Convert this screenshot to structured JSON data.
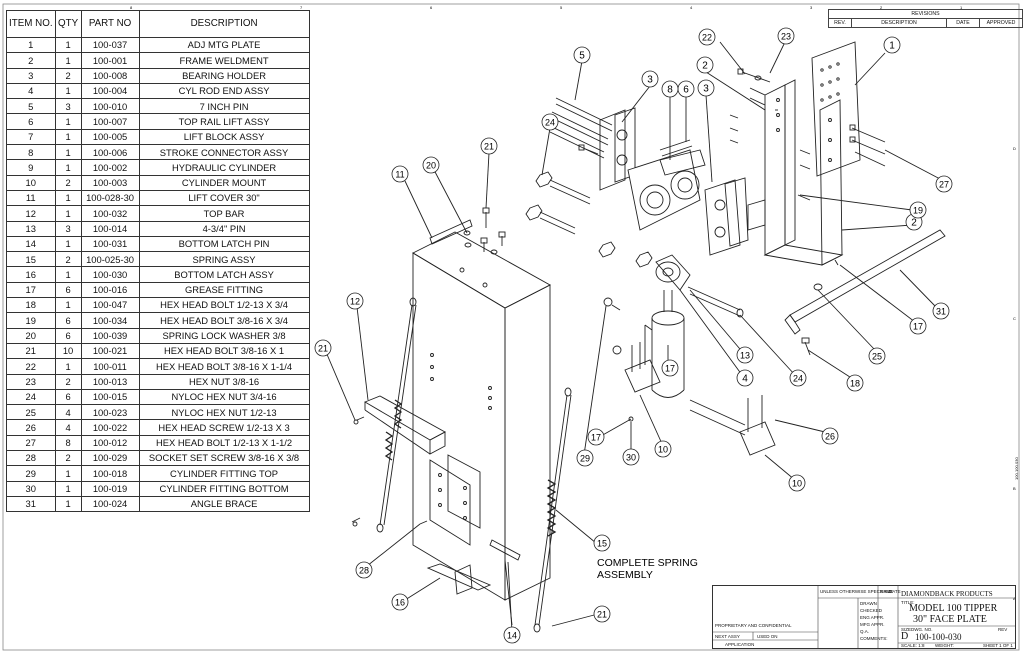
{
  "bom": {
    "headers": [
      "ITEM NO.",
      "QTY",
      "PART NO",
      "DESCRIPTION"
    ],
    "rows": [
      [
        "1",
        "1",
        "100-037",
        "ADJ MTG PLATE"
      ],
      [
        "2",
        "1",
        "100-001",
        "FRAME WELDMENT"
      ],
      [
        "3",
        "2",
        "100-008",
        "BEARING HOLDER"
      ],
      [
        "4",
        "1",
        "100-004",
        "CYL ROD END ASSY"
      ],
      [
        "5",
        "3",
        "100-010",
        "7 INCH PIN"
      ],
      [
        "6",
        "1",
        "100-007",
        "TOP RAIL LIFT ASSY"
      ],
      [
        "7",
        "1",
        "100-005",
        "LIFT BLOCK ASSY"
      ],
      [
        "8",
        "1",
        "100-006",
        "STROKE CONNECTOR ASSY"
      ],
      [
        "9",
        "1",
        "100-002",
        "HYDRAULIC CYLINDER"
      ],
      [
        "10",
        "2",
        "100-003",
        "CYLINDER MOUNT"
      ],
      [
        "11",
        "1",
        "100-028-30",
        "LIFT COVER 30\""
      ],
      [
        "12",
        "1",
        "100-032",
        "TOP BAR"
      ],
      [
        "13",
        "3",
        "100-014",
        "4-3/4\" PIN"
      ],
      [
        "14",
        "1",
        "100-031",
        "BOTTOM LATCH PIN"
      ],
      [
        "15",
        "2",
        "100-025-30",
        "SPRING ASSY"
      ],
      [
        "16",
        "1",
        "100-030",
        "BOTTOM LATCH ASSY"
      ],
      [
        "17",
        "6",
        "100-016",
        "GREASE FITTING"
      ],
      [
        "18",
        "1",
        "100-047",
        "HEX HEAD BOLT 1/2-13 X 3/4"
      ],
      [
        "19",
        "6",
        "100-034",
        "HEX HEAD BOLT 3/8-16 X 3/4"
      ],
      [
        "20",
        "6",
        "100-039",
        "SPRING LOCK WASHER 3/8"
      ],
      [
        "21",
        "10",
        "100-021",
        "HEX HEAD BOLT 3/8-16 X 1"
      ],
      [
        "22",
        "1",
        "100-011",
        "HEX HEAD BOLT 3/8-16 X 1-1/4"
      ],
      [
        "23",
        "2",
        "100-013",
        "HEX NUT 3/8-16"
      ],
      [
        "24",
        "6",
        "100-015",
        "NYLOC HEX NUT 3/4-16"
      ],
      [
        "25",
        "4",
        "100-023",
        "NYLOC HEX NUT 1/2-13"
      ],
      [
        "26",
        "4",
        "100-022",
        "HEX HEAD SCREW 1/2-13 X 3"
      ],
      [
        "27",
        "8",
        "100-012",
        "HEX HEAD BOLT 1/2-13 X 1-1/2"
      ],
      [
        "28",
        "2",
        "100-029",
        "SOCKET SET SCREW 3/8-16 X 3/8"
      ],
      [
        "29",
        "1",
        "100-018",
        "CYLINDER FITTING TOP"
      ],
      [
        "30",
        "1",
        "100-019",
        "CYLINDER FITTING BOTTOM"
      ],
      [
        "31",
        "1",
        "100-024",
        "ANGLE BRACE"
      ]
    ]
  },
  "revisions": {
    "title": "REVISIONS",
    "headers": [
      "REV.",
      "DESCRIPTION",
      "DATE",
      "APPROVED"
    ]
  },
  "callouts": {
    "c1": "1",
    "c2a": "2",
    "c2b": "2",
    "c3a": "3",
    "c3b": "3",
    "c4": "4",
    "c5": "5",
    "c6": "6",
    "c8": "8",
    "c10a": "10",
    "c10b": "10",
    "c11": "11",
    "c12": "12",
    "c13": "13",
    "c14": "14",
    "c15": "15",
    "c16": "16",
    "c17a": "17",
    "c17b": "17",
    "c17c": "17",
    "c18": "18",
    "c19": "19",
    "c20": "20",
    "c21a": "21",
    "c21b": "21",
    "c21c": "21",
    "c22": "22",
    "c23": "23",
    "c24a": "24",
    "c24b": "24",
    "c25": "25",
    "c26": "26",
    "c27": "27",
    "c28": "28",
    "c29": "29",
    "c30": "30",
    "c31": "31"
  },
  "spring_note_line1": "COMPLETE SPRING",
  "spring_note_line2": "ASSEMBLY",
  "title_block": {
    "company": "DIAMONDBACK PRODUCTS",
    "title_label": "TITLE:",
    "title_line1": "MODEL 100 TIPPER",
    "title_line2": "30\" FACE PLATE",
    "size_label": "SIZE",
    "size": "D",
    "dwg_label": "DWG. NO.",
    "dwg_no": "100-100-030",
    "rev_label": "REV",
    "scale": "SCALE: 1:8",
    "weight": "WEIGHT:",
    "sheet": "SHEET 1 OF 1",
    "unless": "UNLESS OTHERWISE SPECIFIED:",
    "name": "NAME",
    "date": "DATE",
    "drawn": "DRAWN",
    "checked": "CHECKED",
    "eng_appr": "ENG APPR.",
    "mfg_appr": "MFG APPR.",
    "qa": "Q.A.",
    "comments": "COMMENTS:",
    "proprietary": "PROPRIETARY AND CONFIDENTIAL",
    "next_assy": "NEXT ASSY",
    "used_on": "USED ON",
    "application": "APPLICATION"
  },
  "border": {
    "top_numbers": [
      "8",
      "7",
      "6",
      "5",
      "4",
      "3",
      "2",
      "1"
    ],
    "side_letters": [
      "D",
      "C",
      "B",
      "A"
    ],
    "edge_text": "100-100-030"
  }
}
